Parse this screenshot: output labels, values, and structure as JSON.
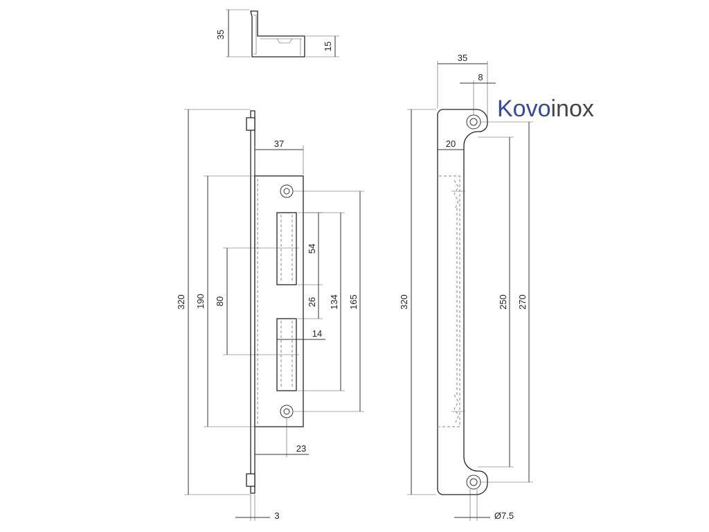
{
  "brand": {
    "logo_part1": "Kovo",
    "logo_part2": "inox",
    "color_part1": "#2f4aa0",
    "color_part2": "#444444"
  },
  "dimensions": {
    "top_height": "35",
    "top_lip": "15",
    "left_total": "320",
    "left_190": "190",
    "left_80": "80",
    "left_width": "37",
    "left_54": "54",
    "left_26": "26",
    "left_134": "134",
    "left_165": "165",
    "left_14": "14",
    "left_23": "23",
    "left_3": "3",
    "right_total": "320",
    "right_width": "35",
    "right_8": "8",
    "right_20": "20",
    "right_250": "250",
    "right_270": "270",
    "right_hole": "Ø7.5"
  }
}
